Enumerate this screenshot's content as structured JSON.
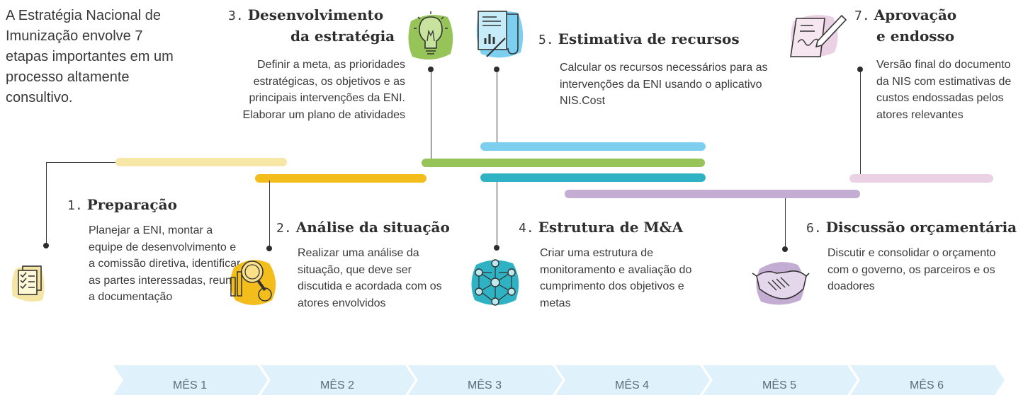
{
  "intro": "A Estratégia Nacional de Imunização envolve 7 etapas importantes em um processo altamente consultivo.",
  "steps": [
    {
      "num": "1.",
      "name": "Preparação",
      "desc": "Planejar a ENI, montar a equipe de desenvolvimento e a comissão diretiva, identificar as partes interessadas, reunir a documentação",
      "color": "#f5e6a6",
      "icon": "checklist-icon"
    },
    {
      "num": "2.",
      "name": "Análise da situação",
      "desc": "Realizar uma análise da situação, que deve ser discutida e acordada com os atores envolvidos",
      "color": "#f3bd1b",
      "icon": "magnifier-chart-icon"
    },
    {
      "num": "3.",
      "name_line1": "Desenvolvimento",
      "name_line2": "da estratégia",
      "desc": "Definir a meta, as prioridades estratégicas, os objetivos e as principais intervenções da ENI. Elaborar um plano de atividades",
      "color": "#97c459",
      "icon": "lightbulb-icon"
    },
    {
      "num": "4.",
      "name": "Estrutura de M&A",
      "desc": "Criar uma estrutura de monitoramento e avaliação do cumprimento dos objetivos e metas",
      "color": "#2fb3c4",
      "icon": "network-icon"
    },
    {
      "num": "5.",
      "name": "Estimativa de recursos",
      "desc": "Calcular os recursos necessários para as intervenções da ENI usando o aplicativo NIS.Cost",
      "color": "#7dcff0",
      "icon": "document-chart-icon"
    },
    {
      "num": "6.",
      "name": "Discussão orçamentária",
      "desc": "Discutir e consolidar o orçamento com o governo, os parceiros e os doadores",
      "color": "#c4add3",
      "icon": "handshake-icon"
    },
    {
      "num": "7.",
      "name_line1": "Aprovação",
      "name_line2": "e endosso",
      "desc": "Versão final do documento da NIS com estimativas de custos endossadas pelos atores relevantes",
      "color": "#ead1e3",
      "icon": "signed-document-icon"
    }
  ],
  "months": [
    "MÊS 1",
    "MÊS 2",
    "MÊS 3",
    "MÊS 4",
    "MÊS 5",
    "MÊS 6"
  ],
  "colors": {
    "timeline_fill": "#dff2fb",
    "timeline_text": "#5a6b73"
  }
}
